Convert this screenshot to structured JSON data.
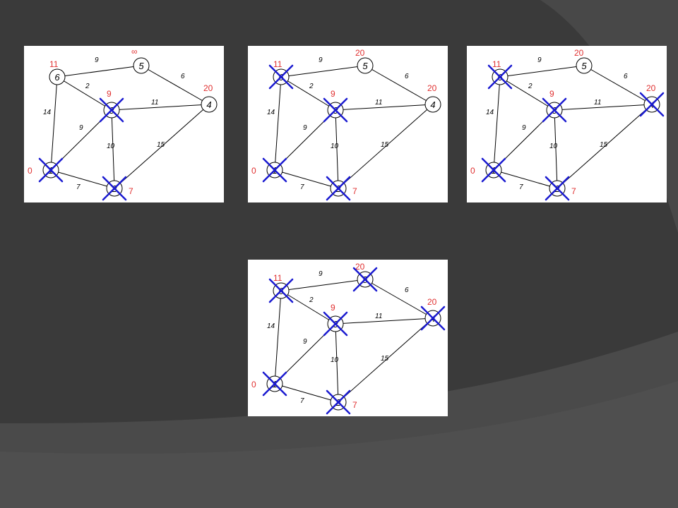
{
  "colors": {
    "background": "#3a3a3a",
    "band_light": "#4c4c4c",
    "panel": "#ffffff",
    "distance_label": "#e03030",
    "visited_cross": "#1a1ad0"
  },
  "graph": {
    "nodes": [
      {
        "id": "n1",
        "label": "1"
      },
      {
        "id": "n2",
        "label": "2"
      },
      {
        "id": "n3",
        "label": "3"
      },
      {
        "id": "n4",
        "label": "4"
      },
      {
        "id": "n5",
        "label": "5"
      },
      {
        "id": "n6",
        "label": "6"
      }
    ],
    "edges": [
      {
        "from": "n1",
        "to": "n2",
        "weight": "7"
      },
      {
        "from": "n1",
        "to": "n3",
        "weight": "9"
      },
      {
        "from": "n1",
        "to": "n6",
        "weight": "14"
      },
      {
        "from": "n2",
        "to": "n3",
        "weight": "10"
      },
      {
        "from": "n2",
        "to": "n4",
        "weight": "15"
      },
      {
        "from": "n3",
        "to": "n4",
        "weight": "11"
      },
      {
        "from": "n3",
        "to": "n6",
        "weight": "2"
      },
      {
        "from": "n4",
        "to": "n5",
        "weight": "6"
      },
      {
        "from": "n5",
        "to": "n6",
        "weight": "9"
      }
    ]
  },
  "steps": [
    {
      "name": "step-1",
      "distances": {
        "n1": "0",
        "n2": "7",
        "n3": "9",
        "n4": "20",
        "n5": "∞",
        "n6": "11"
      },
      "visited": [
        "n1",
        "n2",
        "n3"
      ]
    },
    {
      "name": "step-2",
      "distances": {
        "n1": "0",
        "n2": "7",
        "n3": "9",
        "n4": "20",
        "n5": "20",
        "n6": "11"
      },
      "visited": [
        "n1",
        "n2",
        "n3",
        "n6"
      ]
    },
    {
      "name": "step-3",
      "distances": {
        "n1": "0",
        "n2": "7",
        "n3": "9",
        "n4": "20",
        "n5": "20",
        "n6": "11"
      },
      "visited": [
        "n1",
        "n2",
        "n3",
        "n6",
        "n4"
      ]
    },
    {
      "name": "step-4",
      "distances": {
        "n1": "0",
        "n2": "7",
        "n3": "9",
        "n4": "20",
        "n5": "20",
        "n6": "11"
      },
      "visited": [
        "n1",
        "n2",
        "n3",
        "n6",
        "n4",
        "n5"
      ]
    }
  ]
}
